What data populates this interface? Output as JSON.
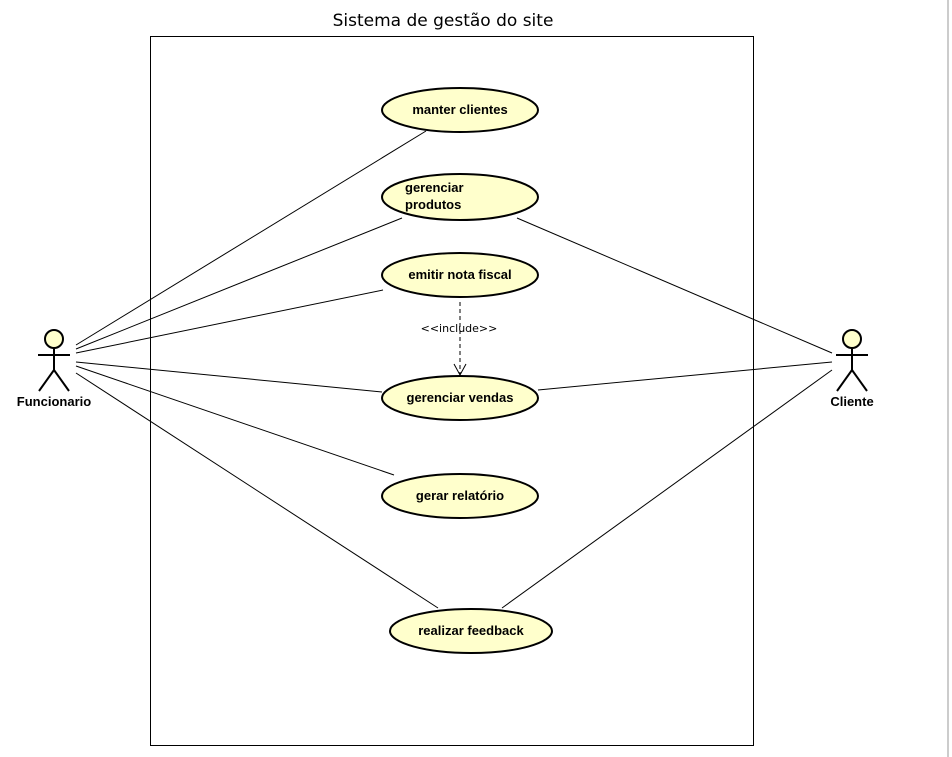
{
  "system": {
    "title": "Sistema de gestão do site"
  },
  "actors": {
    "funcionario": "Funcionario",
    "cliente": "Cliente"
  },
  "use_cases": {
    "manter_clientes": "manter clientes",
    "gerenciar_produtos_line1": "gerenciar",
    "gerenciar_produtos_line2": "produtos",
    "emitir_nota_fiscal": "emitir nota fiscal",
    "gerenciar_vendas": "gerenciar vendas",
    "gerar_relatorio": "gerar relatório",
    "realizar_feedback": "realizar feedback"
  },
  "relations": {
    "include_stereotype": "<<include>>"
  },
  "colors": {
    "use_case_fill": "#ffffcc",
    "actor_head_fill": "#ffffcc",
    "stroke": "#000000"
  }
}
